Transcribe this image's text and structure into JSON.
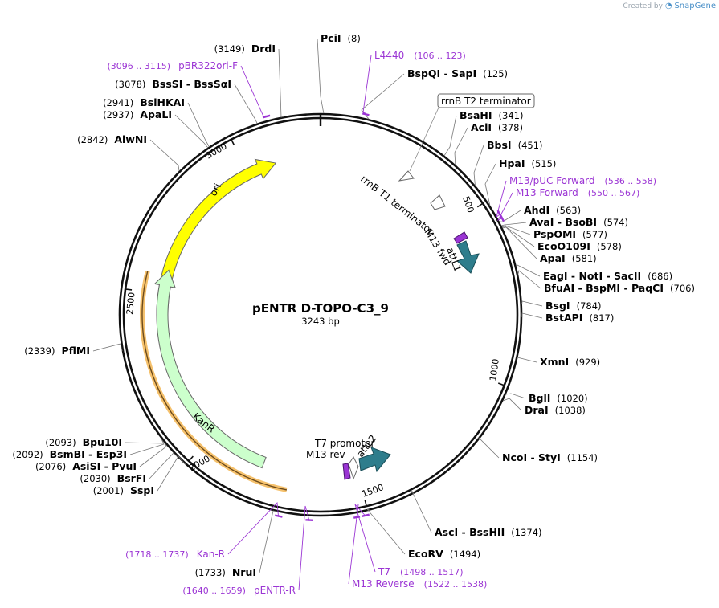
{
  "header": {
    "credit": "Created by",
    "brand": "SnapGene"
  },
  "plasmid": {
    "name": "pENTR D-TOPO-C3_9",
    "length_label": "3243 bp",
    "length": 3243
  },
  "colors": {
    "primer": "#9b35d4",
    "ori": "#ffff00",
    "KanR": "#ccffcc",
    "att": "#2e7d8c",
    "kan_primer_band": "#f5c16c"
  },
  "ticks": [
    {
      "pos": 500,
      "label": "500"
    },
    {
      "pos": 1000,
      "label": "1000"
    },
    {
      "pos": 1500,
      "label": "1500"
    },
    {
      "pos": 2000,
      "label": "2000"
    },
    {
      "pos": 2500,
      "label": "2500"
    },
    {
      "pos": 3000,
      "label": "3000"
    }
  ],
  "sites": [
    {
      "id": "pcil",
      "name": "PciI",
      "pos_label": "(8)",
      "pos": 8,
      "side": "right"
    },
    {
      "id": "bspqi",
      "name": "BspQI  -  SapI",
      "pos_label": "(125)",
      "pos": 125,
      "side": "right"
    },
    {
      "id": "bsahi",
      "name": "BsaHI",
      "pos_label": "(341)",
      "pos": 341,
      "side": "right"
    },
    {
      "id": "acli",
      "name": "AclI",
      "pos_label": "(378)",
      "pos": 378,
      "side": "right"
    },
    {
      "id": "bbsi",
      "name": "BbsI",
      "pos_label": "(451)",
      "pos": 451,
      "side": "right"
    },
    {
      "id": "hpai",
      "name": "HpaI",
      "pos_label": "(515)",
      "pos": 515,
      "side": "right"
    },
    {
      "id": "ahdi",
      "name": "AhdI",
      "pos_label": "(563)",
      "pos": 563,
      "side": "right"
    },
    {
      "id": "avai",
      "name": "AvaI  -  BsoBI",
      "pos_label": "(574)",
      "pos": 574,
      "side": "right"
    },
    {
      "id": "pspomi",
      "name": "PspOMI",
      "pos_label": "(577)",
      "pos": 577,
      "side": "right"
    },
    {
      "id": "eco0109i",
      "name": "EcoO109I",
      "pos_label": "(578)",
      "pos": 578,
      "side": "right"
    },
    {
      "id": "apai",
      "name": "ApaI",
      "pos_label": "(581)",
      "pos": 581,
      "side": "right"
    },
    {
      "id": "eagi",
      "name": "EagI  -  NotI  -  SacII",
      "pos_label": "(686)",
      "pos": 686,
      "side": "right"
    },
    {
      "id": "bfuai",
      "name": "BfuAI  -  BspMI  -  PaqCI",
      "pos_label": "(706)",
      "pos": 706,
      "side": "right"
    },
    {
      "id": "bsgi",
      "name": "BsgI",
      "pos_label": "(784)",
      "pos": 784,
      "side": "right"
    },
    {
      "id": "bstapi",
      "name": "BstAPI",
      "pos_label": "(817)",
      "pos": 817,
      "side": "right"
    },
    {
      "id": "xmni",
      "name": "XmnI",
      "pos_label": "(929)",
      "pos": 929,
      "side": "right"
    },
    {
      "id": "bgli",
      "name": "BglI",
      "pos_label": "(1020)",
      "pos": 1020,
      "side": "right"
    },
    {
      "id": "drai",
      "name": "DraI",
      "pos_label": "(1038)",
      "pos": 1038,
      "side": "right"
    },
    {
      "id": "ncoi",
      "name": "NcoI  -  StyI",
      "pos_label": "(1154)",
      "pos": 1154,
      "side": "right"
    },
    {
      "id": "asci",
      "name": "AscI  -  BssHII",
      "pos_label": "(1374)",
      "pos": 1374,
      "side": "right"
    },
    {
      "id": "ecorv",
      "name": "EcoRV",
      "pos_label": "(1494)",
      "pos": 1494,
      "side": "right"
    },
    {
      "id": "nrui",
      "name": "NruI",
      "pos_label": "(1733)",
      "pos": 1733,
      "side": "left"
    },
    {
      "id": "sspi",
      "name": "SspI",
      "pos_label": "(2001)",
      "pos": 2001,
      "side": "left"
    },
    {
      "id": "bsrfi",
      "name": "BsrFI",
      "pos_label": "(2030)",
      "pos": 2030,
      "side": "left"
    },
    {
      "id": "asisi",
      "name": "AsiSI  -  PvuI",
      "pos_label": "(2076)",
      "pos": 2076,
      "side": "left"
    },
    {
      "id": "bsmbi",
      "name": "BsmBI  -  Esp3I",
      "pos_label": "(2092)",
      "pos": 2092,
      "side": "left"
    },
    {
      "id": "bpu10i",
      "name": "Bpu10I",
      "pos_label": "(2093)",
      "pos": 2093,
      "side": "left"
    },
    {
      "id": "pflmi",
      "name": "PflMI",
      "pos_label": "(2339)",
      "pos": 2339,
      "side": "left"
    },
    {
      "id": "alwni",
      "name": "AlwNI",
      "pos_label": "(2842)",
      "pos": 2842,
      "side": "left"
    },
    {
      "id": "apali",
      "name": "ApaLI",
      "pos_label": "(2937)",
      "pos": 2937,
      "side": "left"
    },
    {
      "id": "bsihkai",
      "name": "BsiHKAI",
      "pos_label": "(2941)",
      "pos": 2941,
      "side": "left"
    },
    {
      "id": "bsssi",
      "name": "BssSI  -  BssSαI",
      "pos_label": "(3078)",
      "pos": 3078,
      "side": "left"
    },
    {
      "id": "drdi",
      "name": "DrdI",
      "pos_label": "(3149)",
      "pos": 3149,
      "side": "left"
    }
  ],
  "primers": [
    {
      "id": "l4440",
      "name": "L4440",
      "range_label": "(106 .. 123)",
      "start": 106,
      "end": 123,
      "side": "right"
    },
    {
      "id": "m13puc",
      "name": "M13/pUC Forward",
      "range_label": "(536 .. 558)",
      "start": 536,
      "end": 558,
      "side": "right"
    },
    {
      "id": "m13fwd",
      "name": "M13 Forward",
      "range_label": "(550 .. 567)",
      "start": 550,
      "end": 567,
      "side": "right"
    },
    {
      "id": "t7",
      "name": "T7",
      "range_label": "(1498 .. 1517)",
      "start": 1498,
      "end": 1517,
      "side": "right"
    },
    {
      "id": "m13rev",
      "name": "M13 Reverse",
      "range_label": "(1522 .. 1538)",
      "start": 1522,
      "end": 1538,
      "side": "right"
    },
    {
      "id": "pentrr",
      "name": "pENTR-R",
      "range_label": "(1640 .. 1659)",
      "start": 1640,
      "end": 1659,
      "side": "left"
    },
    {
      "id": "kanr_primer",
      "name": "Kan-R",
      "range_label": "(1718 .. 1737)",
      "start": 1718,
      "end": 1737,
      "side": "left"
    },
    {
      "id": "pbr322",
      "name": "pBR322ori-F",
      "range_label": "(3096 .. 3115)",
      "start": 3096,
      "end": 3115,
      "side": "left"
    }
  ],
  "features": {
    "rrnb_t2": "rrnB T2 terminator",
    "rrnb_t1": "rrnB T1 terminator",
    "m13_fwd": "M13 fwd",
    "attl1": "attL1",
    "t7_promoter": "T7 promoter",
    "m13_rev": "M13 rev",
    "attl2": "attL2",
    "ori": "ori",
    "kanr": "KanR"
  }
}
